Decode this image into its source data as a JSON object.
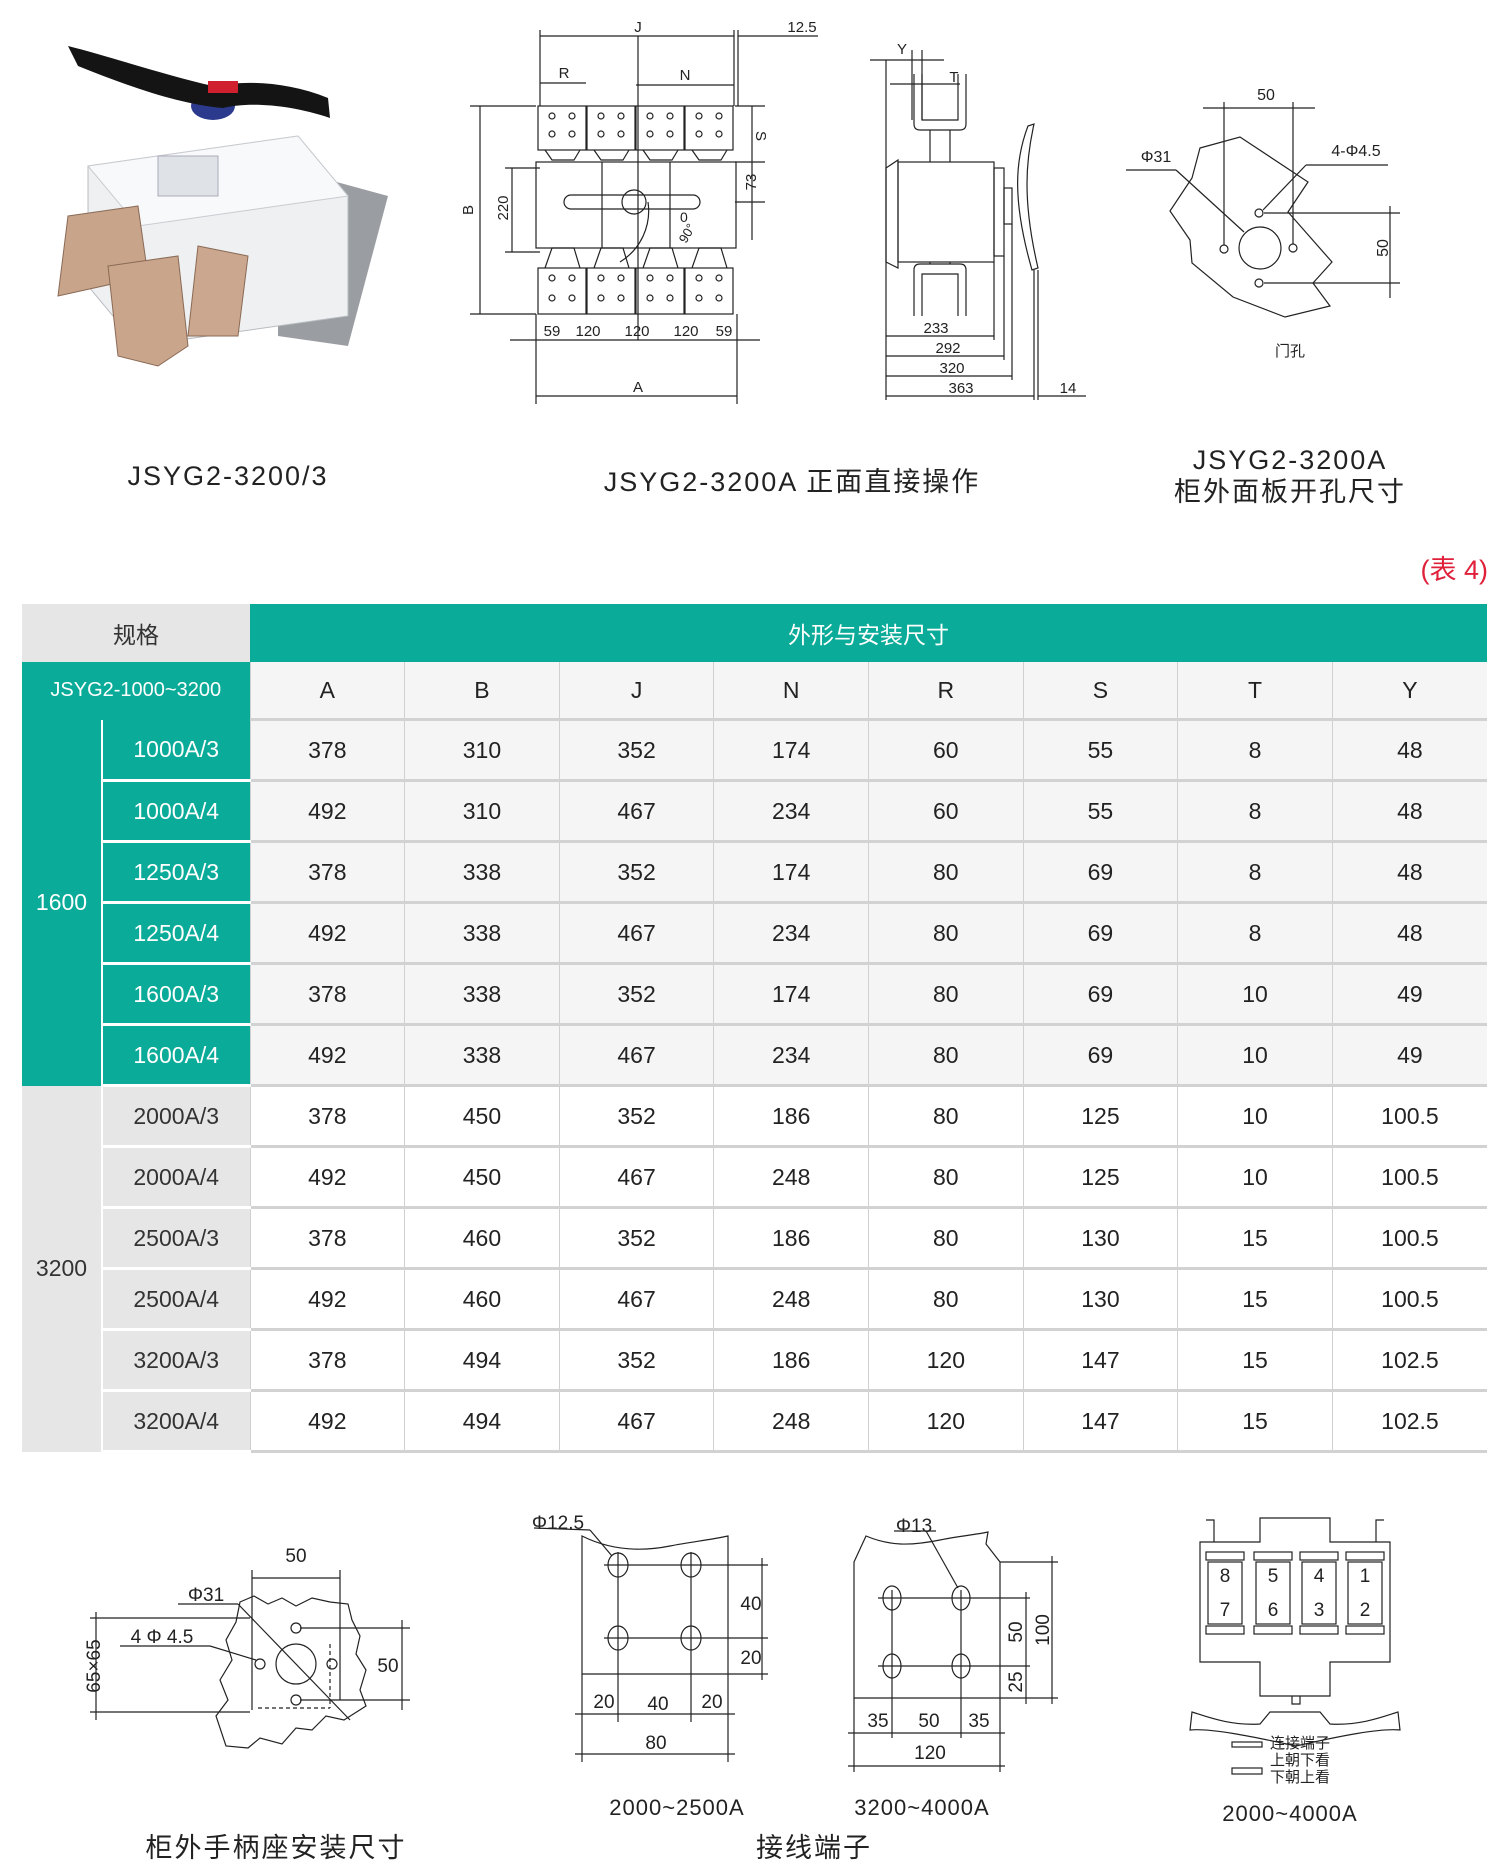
{
  "top": {
    "photo_caption": "JSYG2-3200/3",
    "front_caption": "JSYG2-3200A 正面直接操作",
    "cutout_caption_1": "JSYG2-3200A",
    "cutout_caption_2": "柜外面板开孔尺寸",
    "front_view": {
      "J": "J",
      "d12_5": "12.5",
      "R": "R",
      "N": "N",
      "S": "S",
      "d73": "73",
      "B": "B",
      "d220": "220",
      "A": "A",
      "zero": "0",
      "angle": "90°",
      "bottom": [
        "59",
        "120",
        "120",
        "120",
        "59"
      ]
    },
    "side_view": {
      "Y": "Y",
      "T": "T",
      "d233": "233",
      "d292": "292",
      "d320": "320",
      "d363": "363",
      "d14": "14"
    },
    "cutout": {
      "d50_top": "50",
      "phi31": "Φ31",
      "holes": "4-Φ4.5",
      "d50_right": "50",
      "door_hole": "门孔"
    }
  },
  "table_note": "(表 4)",
  "table": {
    "spec_header": "规格",
    "dims_header": "外形与安装尺寸",
    "model_header": "JSYG2-1000~3200",
    "columns": [
      "A",
      "B",
      "J",
      "N",
      "R",
      "S",
      "T",
      "Y"
    ],
    "groups": [
      {
        "name": "1600",
        "rows": [
          {
            "spec": "1000A/3",
            "values": [
              "378",
              "310",
              "352",
              "174",
              "60",
              "55",
              "8",
              "48"
            ]
          },
          {
            "spec": "1000A/4",
            "values": [
              "492",
              "310",
              "467",
              "234",
              "60",
              "55",
              "8",
              "48"
            ]
          },
          {
            "spec": "1250A/3",
            "values": [
              "378",
              "338",
              "352",
              "174",
              "80",
              "69",
              "8",
              "48"
            ]
          },
          {
            "spec": "1250A/4",
            "values": [
              "492",
              "338",
              "467",
              "234",
              "80",
              "69",
              "8",
              "48"
            ]
          },
          {
            "spec": "1600A/3",
            "values": [
              "378",
              "338",
              "352",
              "174",
              "80",
              "69",
              "10",
              "49"
            ]
          },
          {
            "spec": "1600A/4",
            "values": [
              "492",
              "338",
              "467",
              "234",
              "80",
              "69",
              "10",
              "49"
            ]
          }
        ]
      },
      {
        "name": "3200",
        "rows": [
          {
            "spec": "2000A/3",
            "values": [
              "378",
              "450",
              "352",
              "186",
              "80",
              "125",
              "10",
              "100.5"
            ]
          },
          {
            "spec": "2000A/4",
            "values": [
              "492",
              "450",
              "467",
              "248",
              "80",
              "125",
              "10",
              "100.5"
            ]
          },
          {
            "spec": "2500A/3",
            "values": [
              "378",
              "460",
              "352",
              "186",
              "80",
              "130",
              "15",
              "100.5"
            ]
          },
          {
            "spec": "2500A/4",
            "values": [
              "492",
              "460",
              "467",
              "248",
              "80",
              "130",
              "15",
              "100.5"
            ]
          },
          {
            "spec": "3200A/3",
            "values": [
              "378",
              "494",
              "352",
              "186",
              "120",
              "147",
              "15",
              "102.5"
            ]
          },
          {
            "spec": "3200A/4",
            "values": [
              "492",
              "494",
              "467",
              "248",
              "120",
              "147",
              "15",
              "102.5"
            ]
          }
        ]
      }
    ]
  },
  "bottom": {
    "handle_seat": {
      "d50_top": "50",
      "phi31": "Φ31",
      "holes": "4 Φ 4.5",
      "d50_right": "50",
      "size": "65×65",
      "caption": "柜外手柄座安装尺寸"
    },
    "terminal_small": {
      "phi": "Φ12.5",
      "v40": "40",
      "v20": "20",
      "h20a": "20",
      "h40": "40",
      "h20b": "20",
      "h80": "80",
      "caption": "2000~2500A"
    },
    "terminal_large": {
      "phi": "Φ13",
      "v50": "50",
      "v100": "100",
      "v25": "25",
      "h35a": "35",
      "h50": "50",
      "h35b": "35",
      "h120": "120",
      "caption": "3200~4000A"
    },
    "terminals_caption": "接线端子",
    "layout": {
      "numbers_top": [
        "8",
        "5",
        "4",
        "1"
      ],
      "numbers_bottom": [
        "7",
        "6",
        "3",
        "2"
      ],
      "legend": [
        "连接端子",
        "上朝下看",
        "下朝上看"
      ],
      "caption": "2000~4000A"
    }
  },
  "colors": {
    "teal": "#0bab99",
    "note_red": "#e0203a",
    "legend_blue": "#1a1a8c"
  }
}
